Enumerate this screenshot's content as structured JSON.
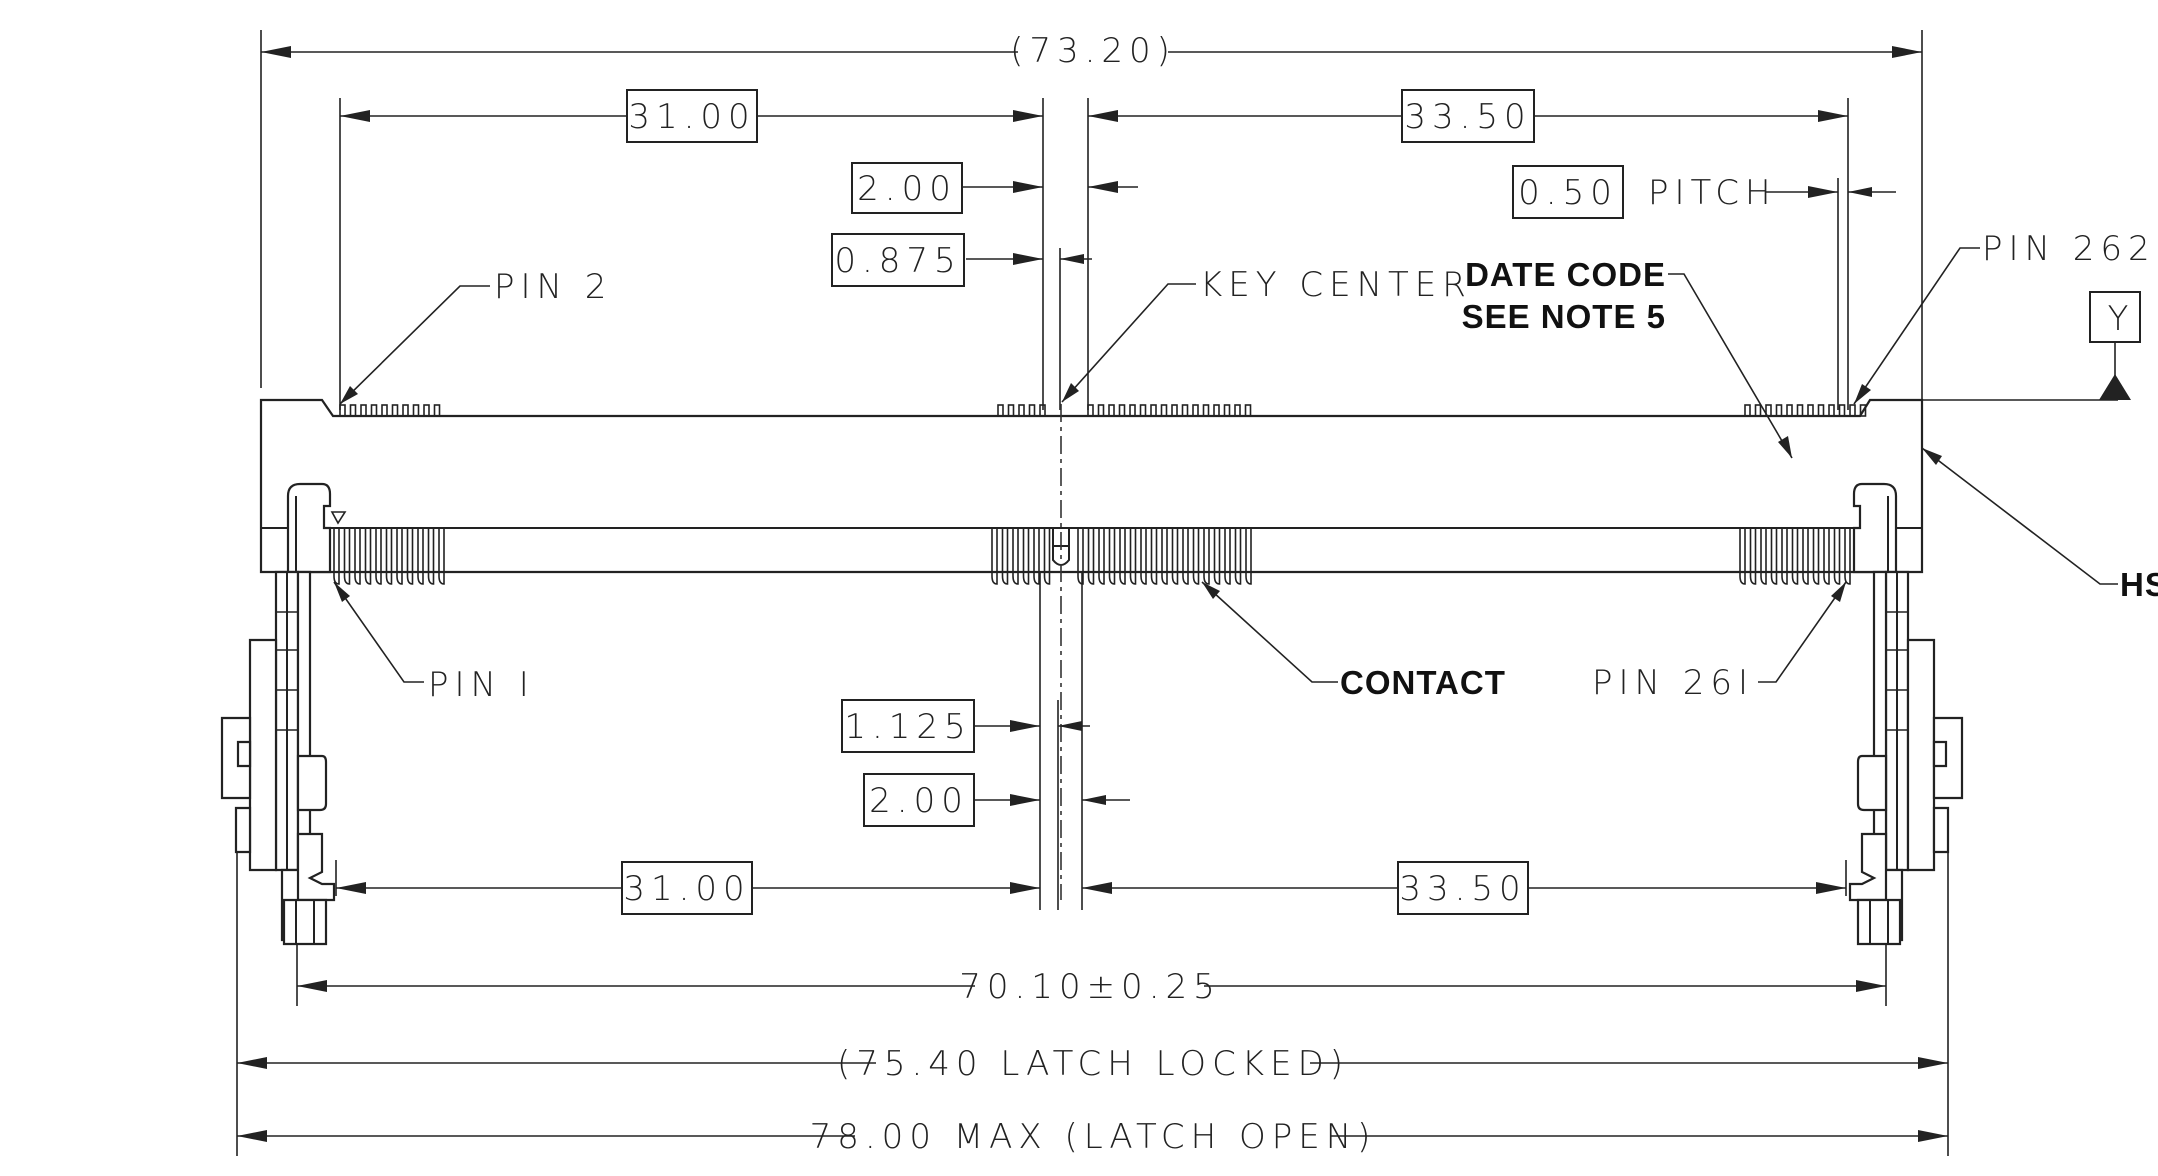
{
  "dimensions": {
    "overall_ref": "(73.20)",
    "left_span_top": "31.00",
    "right_span_top": "33.50",
    "key_offset_top": "2.00",
    "key_half_top": "0.875",
    "pitch_value": "0.50",
    "pitch_label": "PITCH",
    "key_half_bottom": "1.125",
    "key_offset_bottom": "2.00",
    "left_span_bottom": "31.00",
    "right_span_bottom": "33.50",
    "body_width": "70.10±0.25",
    "latch_locked": "(75.40 LATCH LOCKED)",
    "latch_open": "78.00 MAX (LATCH OPEN)"
  },
  "callouts": {
    "pin2": "PIN 2",
    "key_center": "KEY CENTER",
    "date_code_line1": "DATE CODE",
    "date_code_line2": "SEE NOTE 5",
    "pin262": "PIN 262",
    "datum": "Y",
    "pin1": "PIN I",
    "contact": "CONTACT",
    "pin261": "PIN 26I",
    "hs": "HS"
  }
}
